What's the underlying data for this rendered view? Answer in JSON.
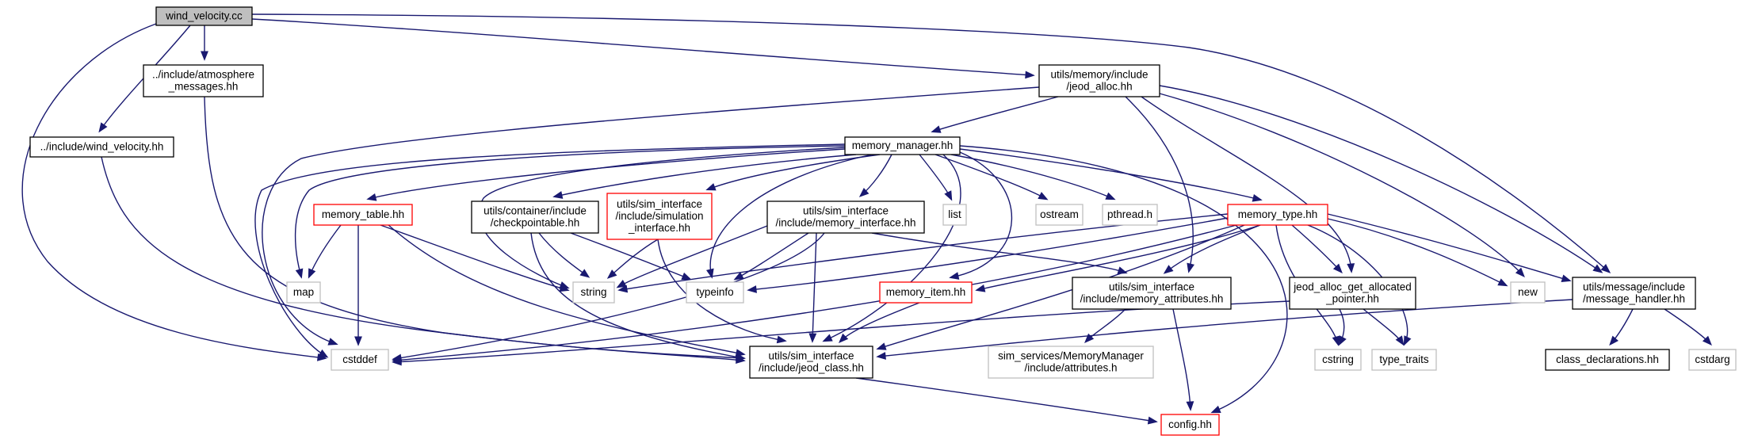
{
  "graph": {
    "colors": {
      "edge": "#191970",
      "box_normal": "#000000",
      "box_missing": "#bfbfbf",
      "box_truncated": "#ff0000",
      "focus_fill": "#bfbfbf"
    },
    "nodes": [
      {
        "id": "wind_cc",
        "lines": [
          "wind_velocity.cc"
        ],
        "kind": "focus"
      },
      {
        "id": "atmo",
        "lines": [
          "../include/atmosphere",
          "_messages.hh"
        ],
        "kind": "normal"
      },
      {
        "id": "windhh",
        "lines": [
          "../include/wind_velocity.hh"
        ],
        "kind": "normal"
      },
      {
        "id": "jeodalloc",
        "lines": [
          "utils/memory/include",
          "/jeod_alloc.hh"
        ],
        "kind": "normal"
      },
      {
        "id": "memmgr",
        "lines": [
          "memory_manager.hh"
        ],
        "kind": "normal"
      },
      {
        "id": "memtable",
        "lines": [
          "memory_table.hh"
        ],
        "kind": "truncated"
      },
      {
        "id": "checkpt",
        "lines": [
          "utils/container/include",
          "/checkpointable.hh"
        ],
        "kind": "normal"
      },
      {
        "id": "simiface",
        "lines": [
          "utils/sim_interface",
          "/include/simulation",
          "_interface.hh"
        ],
        "kind": "truncated"
      },
      {
        "id": "memiface",
        "lines": [
          "utils/sim_interface",
          "/include/memory_interface.hh"
        ],
        "kind": "normal"
      },
      {
        "id": "list",
        "lines": [
          "list"
        ],
        "kind": "missing"
      },
      {
        "id": "ostream",
        "lines": [
          "ostream"
        ],
        "kind": "missing"
      },
      {
        "id": "pthread",
        "lines": [
          "pthread.h"
        ],
        "kind": "missing"
      },
      {
        "id": "memtype",
        "lines": [
          "memory_type.hh"
        ],
        "kind": "truncated"
      },
      {
        "id": "map",
        "lines": [
          "map"
        ],
        "kind": "missing"
      },
      {
        "id": "string",
        "lines": [
          "string"
        ],
        "kind": "missing"
      },
      {
        "id": "typeinfo",
        "lines": [
          "typeinfo"
        ],
        "kind": "missing"
      },
      {
        "id": "memitem",
        "lines": [
          "memory_item.hh"
        ],
        "kind": "truncated"
      },
      {
        "id": "memattr",
        "lines": [
          "utils/sim_interface",
          "/include/memory_attributes.hh"
        ],
        "kind": "normal"
      },
      {
        "id": "getalloc",
        "lines": [
          "jeod_alloc_get_allocated",
          "_pointer.hh"
        ],
        "kind": "normal"
      },
      {
        "id": "new",
        "lines": [
          "new"
        ],
        "kind": "missing"
      },
      {
        "id": "msghandler",
        "lines": [
          "utils/message/include",
          "/message_handler.hh"
        ],
        "kind": "normal"
      },
      {
        "id": "cstddef",
        "lines": [
          "cstddef"
        ],
        "kind": "missing"
      },
      {
        "id": "jeodclass",
        "lines": [
          "utils/sim_interface",
          "/include/jeod_class.hh"
        ],
        "kind": "normal"
      },
      {
        "id": "mmattrs",
        "lines": [
          "sim_services/MemoryManager",
          "/include/attributes.h"
        ],
        "kind": "missing"
      },
      {
        "id": "cstring",
        "lines": [
          "cstring"
        ],
        "kind": "missing"
      },
      {
        "id": "typetraits",
        "lines": [
          "type_traits"
        ],
        "kind": "missing"
      },
      {
        "id": "classdecl",
        "lines": [
          "class_declarations.hh"
        ],
        "kind": "normal"
      },
      {
        "id": "cstdarg",
        "lines": [
          "cstdarg"
        ],
        "kind": "missing"
      },
      {
        "id": "config",
        "lines": [
          "config.hh"
        ],
        "kind": "truncated"
      }
    ]
  }
}
